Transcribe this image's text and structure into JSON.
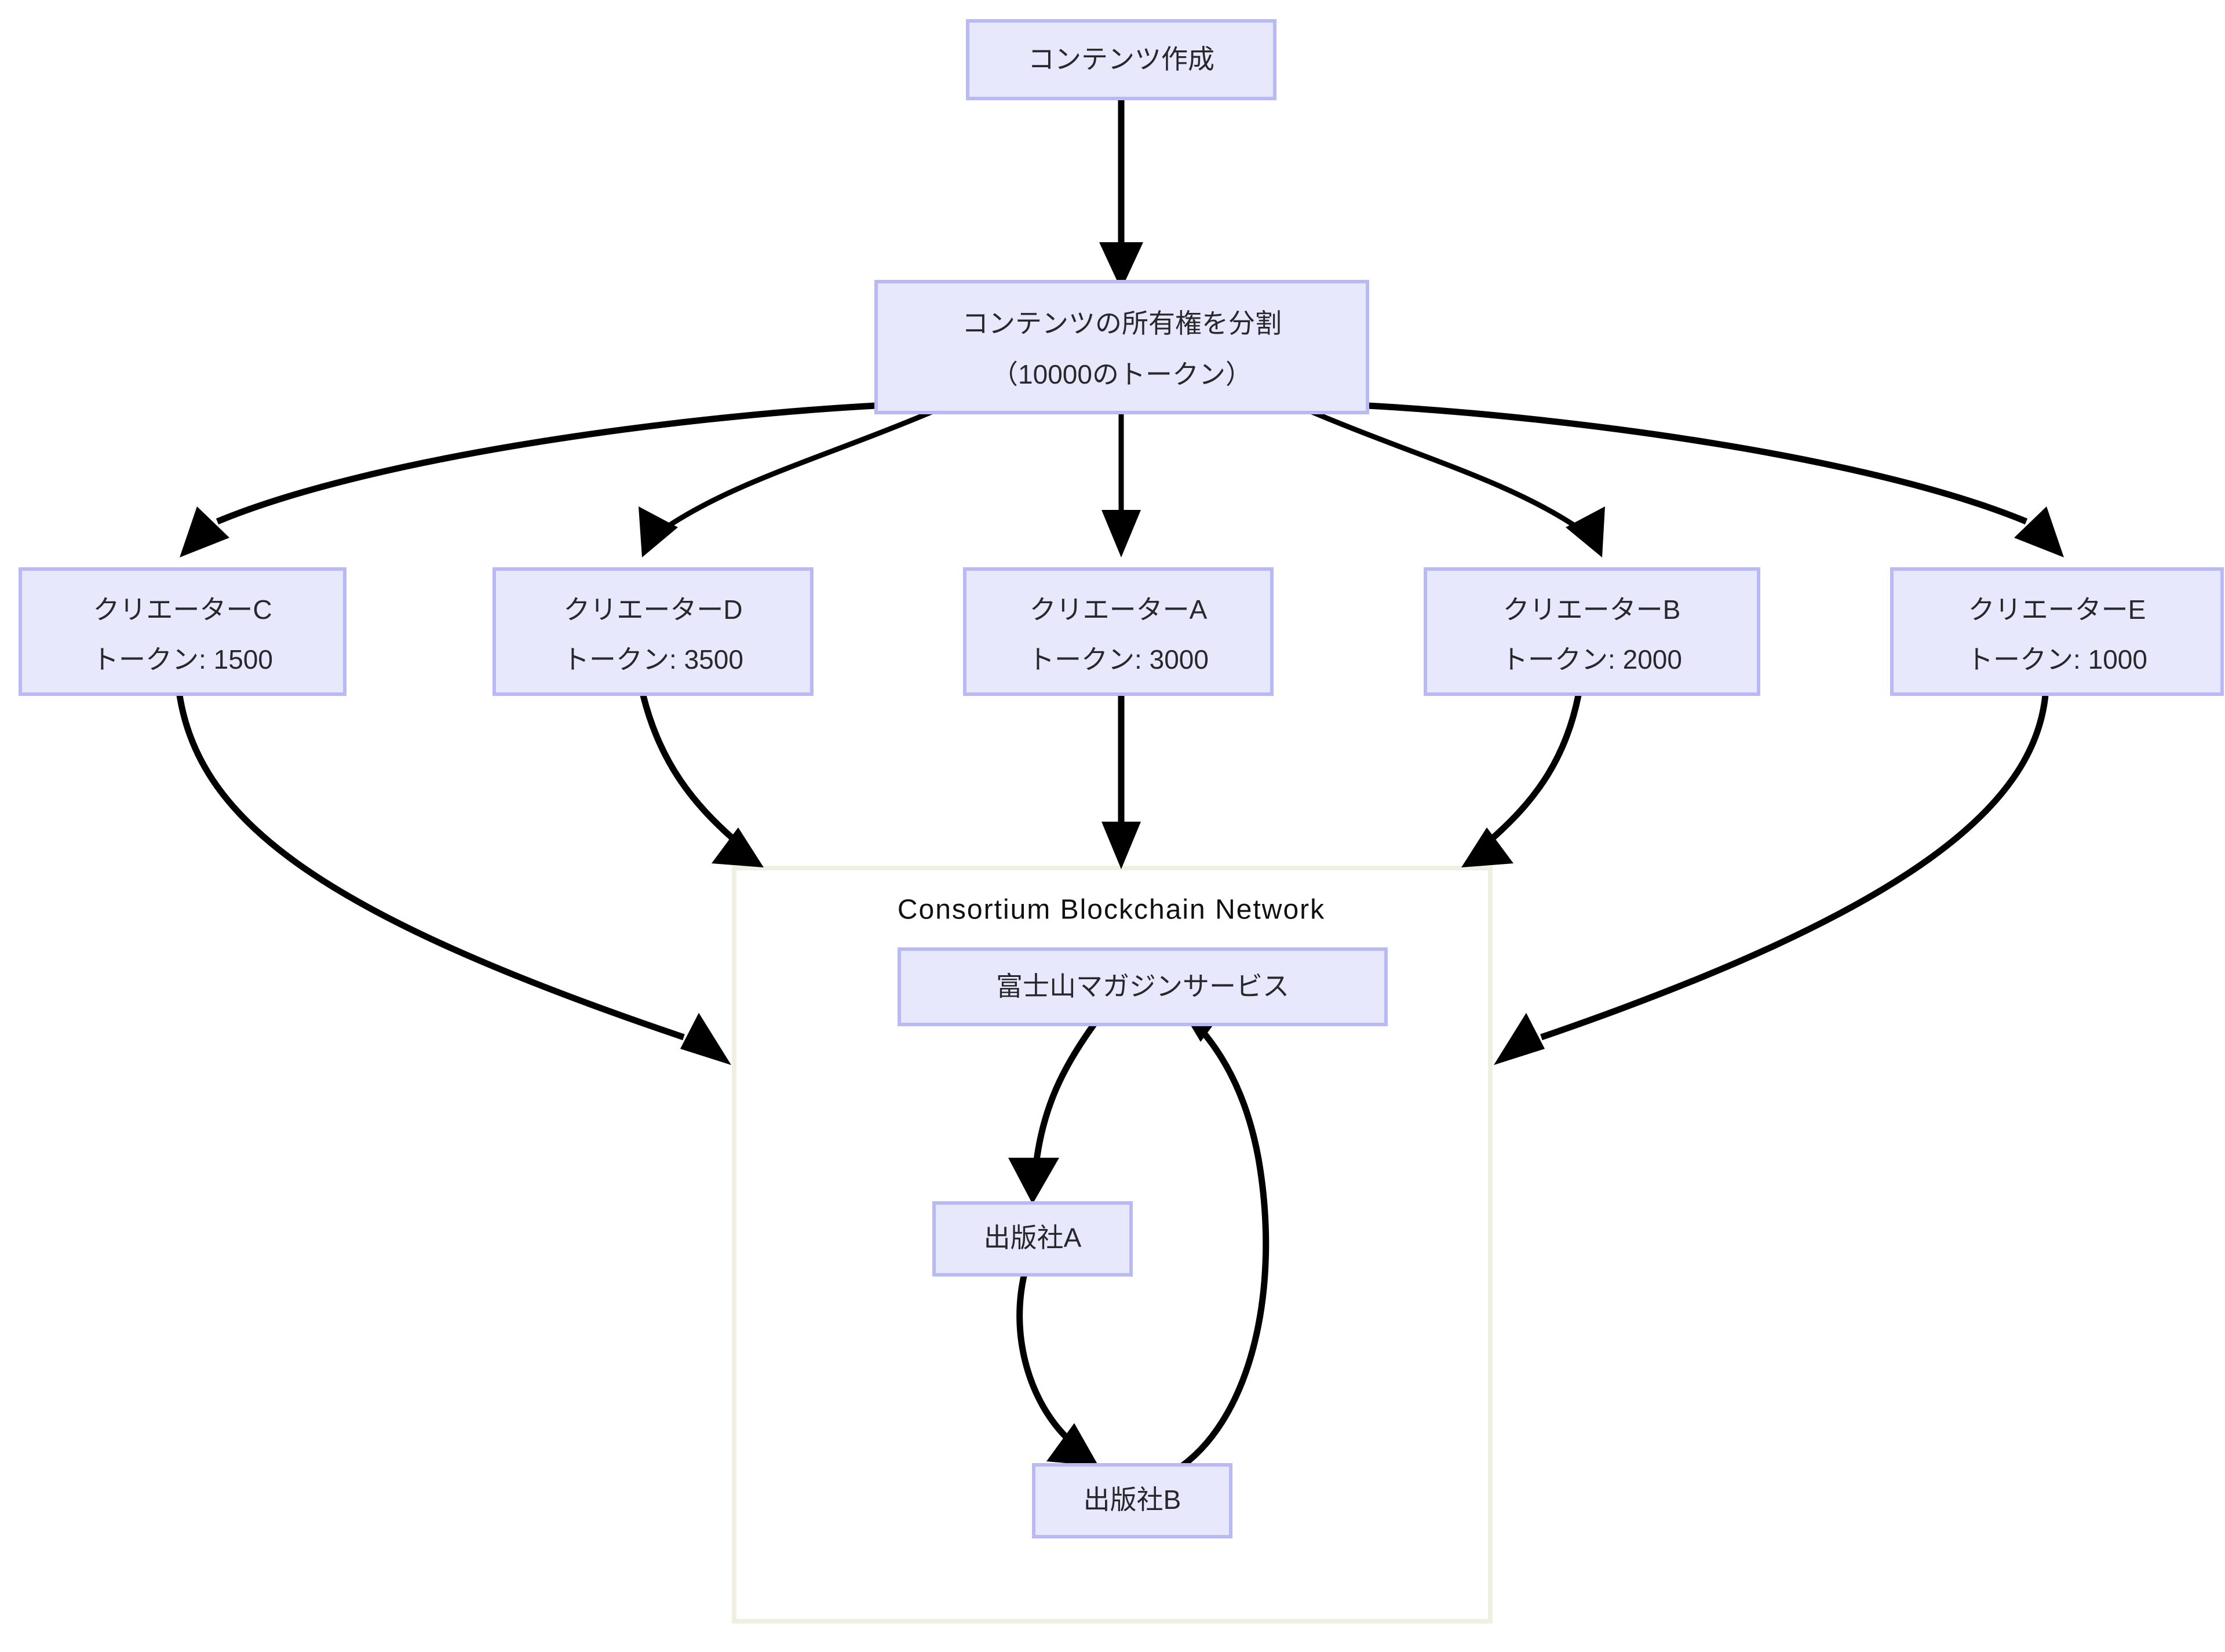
{
  "diagram": {
    "type": "flowchart",
    "direction": "top-down",
    "background_color": "#ffffff",
    "node_fill_color": "#e8e8fc",
    "node_border_color": "#b9b9f5",
    "node_text_color": "#26282b",
    "edge_color": "#000000",
    "cluster_border_color": "#f0f0e2",
    "nodes": [
      {
        "id": "content_creation",
        "label": "コンテンツ作成",
        "lines": [
          "コンテンツ作成"
        ]
      },
      {
        "id": "ownership_split",
        "label": "コンテンツの所有権を分割（10000のトークン）",
        "lines": [
          "コンテンツの所有権を分割",
          "（10000のトークン）"
        ]
      },
      {
        "id": "creator_c",
        "label": "クリエーターC トークン: 1500",
        "lines": [
          "クリエーターC",
          "トークン: 1500"
        ],
        "token_count": 1500
      },
      {
        "id": "creator_d",
        "label": "クリエーターD トークン: 3500",
        "lines": [
          "クリエーターD",
          "トークン: 3500"
        ],
        "token_count": 3500
      },
      {
        "id": "creator_a",
        "label": "クリエーターA トークン: 3000",
        "lines": [
          "クリエーターA",
          "トークン: 3000"
        ],
        "token_count": 3000
      },
      {
        "id": "creator_b",
        "label": "クリエーターB トークン: 2000",
        "lines": [
          "クリエーターB",
          "トークン: 2000"
        ],
        "token_count": 2000
      },
      {
        "id": "creator_e",
        "label": "クリエーターE トークン: 1000",
        "lines": [
          "クリエーターE",
          "トークン: 1000"
        ],
        "token_count": 1000
      },
      {
        "id": "fujisan_service",
        "label": "富士山マガジンサービス",
        "lines": [
          "富士山マガジンサービス"
        ]
      },
      {
        "id": "publisher_a",
        "label": "出版社A",
        "lines": [
          "出版社A"
        ]
      },
      {
        "id": "publisher_b",
        "label": "出版社B",
        "lines": [
          "出版社B"
        ]
      }
    ],
    "cluster": {
      "id": "consortium_blockchain_network",
      "label": "Consortium  Blockchain  Network",
      "members": [
        "fujisan_service",
        "publisher_a",
        "publisher_b"
      ]
    },
    "edges": [
      {
        "from": "content_creation",
        "to": "ownership_split"
      },
      {
        "from": "ownership_split",
        "to": "creator_c"
      },
      {
        "from": "ownership_split",
        "to": "creator_d"
      },
      {
        "from": "ownership_split",
        "to": "creator_a"
      },
      {
        "from": "ownership_split",
        "to": "creator_b"
      },
      {
        "from": "ownership_split",
        "to": "creator_e"
      },
      {
        "from": "creator_c",
        "to": "consortium_blockchain_network"
      },
      {
        "from": "creator_d",
        "to": "consortium_blockchain_network"
      },
      {
        "from": "creator_a",
        "to": "consortium_blockchain_network"
      },
      {
        "from": "creator_b",
        "to": "consortium_blockchain_network"
      },
      {
        "from": "creator_e",
        "to": "consortium_blockchain_network"
      },
      {
        "from": "fujisan_service",
        "to": "publisher_a"
      },
      {
        "from": "publisher_a",
        "to": "publisher_b"
      },
      {
        "from": "publisher_b",
        "to": "fujisan_service"
      }
    ]
  }
}
